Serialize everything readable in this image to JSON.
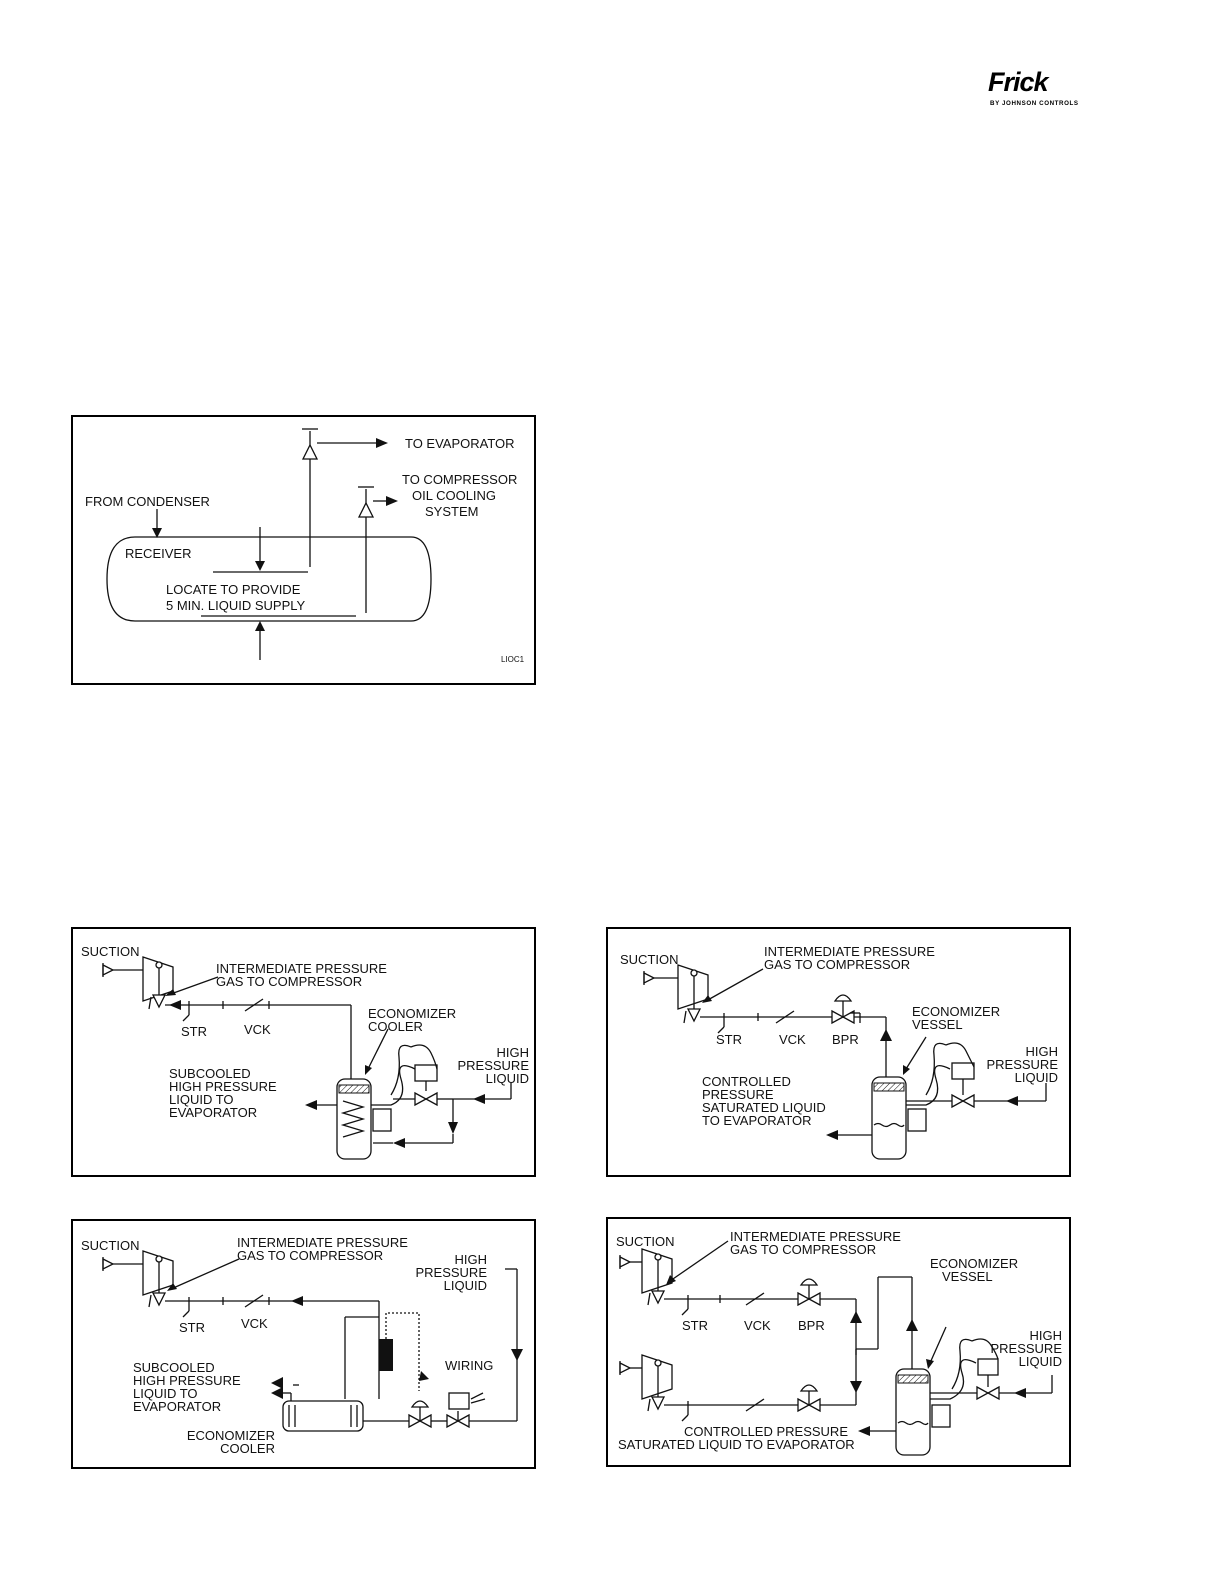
{
  "logo": {
    "brand": "Frick",
    "tagline": "BY JOHNSON CONTROLS"
  },
  "fig1": {
    "to_evaporator": "TO EVAPORATOR",
    "to_compressor": [
      "TO COMPRESSOR",
      "OIL COOLING",
      "SYSTEM"
    ],
    "from_condenser": "FROM CONDENSER",
    "receiver": "RECEIVER",
    "locate": [
      "LOCATE TO PROVIDE",
      "5 MIN. LIQUID SUPPLY"
    ],
    "code": "LIOC1"
  },
  "fig2": {
    "suction": "SUCTION",
    "intermediate": [
      "INTERMEDIATE PRESSURE",
      "GAS TO COMPRESSOR"
    ],
    "str": "STR",
    "vck": "VCK",
    "economizer": [
      "ECONOMIZER",
      "COOLER"
    ],
    "high_pressure": [
      "HIGH",
      "PRESSURE",
      "LIQUID"
    ],
    "subcooled": [
      "SUBCOOLED",
      "HIGH PRESSURE",
      "LIQUID TO",
      "EVAPORATOR"
    ]
  },
  "fig3": {
    "suction": "SUCTION",
    "intermediate": [
      "INTERMEDIATE PRESSURE",
      "GAS TO COMPRESSOR"
    ],
    "str": "STR",
    "vck": "VCK",
    "bpr": "BPR",
    "economizer": [
      "ECONOMIZER",
      "VESSEL"
    ],
    "high_pressure": [
      "HIGH",
      "PRESSURE",
      "LIQUID"
    ],
    "controlled": [
      "CONTROLLED",
      "PRESSURE",
      "SATURATED LIQUID",
      "TO EVAPORATOR"
    ]
  },
  "fig4": {
    "suction": "SUCTION",
    "intermediate": [
      "INTERMEDIATE PRESSURE",
      "GAS TO COMPRESSOR"
    ],
    "str": "STR",
    "vck": "VCK",
    "high_pressure": [
      "HIGH",
      "PRESSURE",
      "LIQUID"
    ],
    "wiring": "WIRING",
    "subcooled": [
      "SUBCOOLED",
      "HIGH PRESSURE",
      "LIQUID TO",
      "EVAPORATOR"
    ],
    "economizer": [
      "ECONOMIZER",
      "COOLER"
    ]
  },
  "fig5": {
    "suction": "SUCTION",
    "intermediate": [
      "INTERMEDIATE PRESSURE",
      "GAS TO COMPRESSOR"
    ],
    "str": "STR",
    "vck": "VCK",
    "bpr": "BPR",
    "economizer": [
      "ECONOMIZER",
      "VESSEL"
    ],
    "high_pressure": [
      "HIGH",
      "PRESSURE",
      "LIQUID"
    ],
    "controlled": [
      "CONTROLLED PRESSURE",
      "SATURATED LIQUID TO EVAPORATOR"
    ]
  }
}
